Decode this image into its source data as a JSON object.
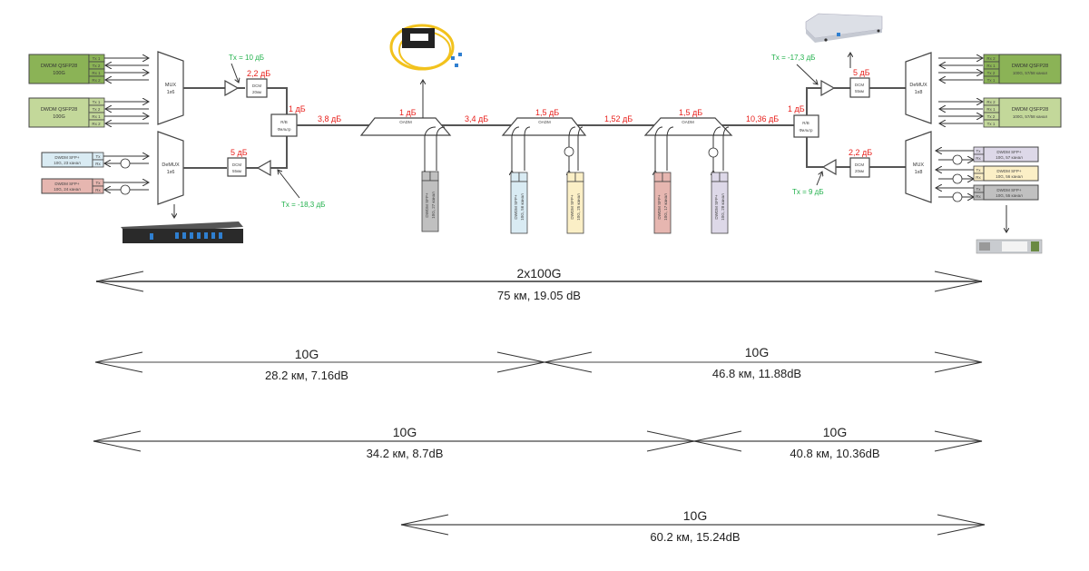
{
  "diagram": {
    "left_site": {
      "qsfp": [
        {
          "name": "DWDM QSFP28",
          "rate": "100G",
          "color": "#8bb356",
          "ports": [
            "Tx 1",
            "Tx 2",
            "Rx 1",
            "Rx 2"
          ]
        },
        {
          "name": "DWDM QSFP28",
          "rate": "100G",
          "color": "#c3d89a",
          "ports": [
            "Tx 1",
            "Tx 2",
            "Rx 1",
            "Rx 2"
          ]
        }
      ],
      "sfp": [
        {
          "name": "DWDM SFP+",
          "desc": "10G, 23 канал",
          "color": "#d9ebf3",
          "ports": [
            "Tx",
            "Rx"
          ]
        },
        {
          "name": "DWDM SFP+",
          "desc": "10G, 24 канал",
          "color": "#e6b6b0",
          "ports": [
            "Tx",
            "Rx"
          ]
        }
      ],
      "mux": {
        "name": "MUX",
        "size": "1x6"
      },
      "demux": {
        "name": "DeMUX",
        "size": "1x6"
      },
      "amp_tx_label": "Tx = 10 дБ",
      "amp_rx_label": "Tx = -18,3 дБ",
      "dcm_tx": {
        "name": "DCM",
        "len": "20км",
        "loss": "2,2 дБ"
      },
      "dcm_rx": {
        "name": "DCM",
        "len": "55км",
        "loss": "5 дБ"
      },
      "filter": {
        "name": "R/B",
        "sub": "Фильтр",
        "loss": "1 дБ"
      }
    },
    "line": {
      "segments": [
        "3,8 дБ",
        "3,4 дБ",
        "1,52 дБ",
        "10,36 дБ"
      ],
      "oadm": [
        {
          "name": "OADM",
          "loss": "1 дБ"
        },
        {
          "name": "OADM",
          "loss": "1,5 дБ"
        },
        {
          "name": "OADM",
          "loss": "1,5 дБ"
        }
      ],
      "drop_sfp": [
        {
          "name": "DWDM SFP+",
          "desc": "10G, 27 канал",
          "color": "#c0c0c0",
          "ports": [
            "Rx",
            "Tx"
          ]
        },
        {
          "name": "DWDM SFP+",
          "desc": "10G, 56 канал",
          "color": "#d9ebf3",
          "ports": [
            "Rx",
            "Tx"
          ]
        },
        {
          "name": "DWDM SFP+",
          "desc": "10G, 25 канал",
          "color": "#fbefc6",
          "ports": [
            "Rx",
            "Tx"
          ]
        },
        {
          "name": "DWDM SFP+",
          "desc": "10G, 17 канал",
          "color": "#e6b6b0",
          "ports": [
            "Rx",
            "Tx"
          ]
        },
        {
          "name": "DWDM SFP+",
          "desc": "10G, 28 канал",
          "color": "#ddd8e8",
          "ports": [
            "Rx",
            "Tx"
          ]
        }
      ]
    },
    "right_site": {
      "qsfp": [
        {
          "name": "DWDM QSFP28",
          "rate": "100G, 57/58 канал",
          "color": "#8bb356",
          "ports": [
            "Rx 2",
            "Rx 1",
            "Tx 2",
            "Tx 1"
          ]
        },
        {
          "name": "DWDM QSFP28",
          "rate": "100G, 57/58 канал",
          "color": "#c3d89a",
          "ports": [
            "Rx 2",
            "Rx 1",
            "Tx 2",
            "Tx 1"
          ]
        }
      ],
      "sfp": [
        {
          "name": "DWDM SFP+",
          "desc": "10G, 57 канал",
          "color": "#ddd8e8",
          "ports": [
            "Tx",
            "Rx"
          ]
        },
        {
          "name": "DWDM SFP+",
          "desc": "10G, 56 канал",
          "color": "#fbefc6",
          "ports": [
            "Tx",
            "Rx"
          ]
        },
        {
          "name": "DWDM SFP+",
          "desc": "10G, 55 канал",
          "color": "#c0c0c0",
          "ports": [
            "Tx",
            "Rx"
          ]
        }
      ],
      "demux": {
        "name": "DeMUX",
        "size": "1x8"
      },
      "mux": {
        "name": "MUX",
        "size": "1x8"
      },
      "amp_rx_label": "Tx = -17,3 дБ",
      "amp_tx_label": "Tx = 9 дБ",
      "dcm_rx": {
        "name": "DCM",
        "len": "55км",
        "loss": "5 дБ"
      },
      "dcm_tx": {
        "name": "DCM",
        "len": "20км",
        "loss": "2,2 дБ"
      },
      "filter": {
        "name": "R/B",
        "sub": "Фильтр",
        "loss": "1 дБ"
      }
    },
    "spans": [
      {
        "rate": "2x100G",
        "detail": "75 км, 19.05 dB"
      },
      {
        "rate": "10G",
        "detail": "28.2 км, 7.16dB"
      },
      {
        "rate": "10G",
        "detail": "46.8 км, 11.88dB"
      },
      {
        "rate": "10G",
        "detail": "34.2 км, 8.7dB"
      },
      {
        "rate": "10G",
        "detail": "40.8 км, 10.36dB"
      },
      {
        "rate": "10G",
        "detail": "60.2 км, 15.24dB"
      }
    ],
    "images": [
      "demux-rack-photo",
      "oadm-module-photo",
      "mux-chassis-photo",
      "sfp-transceiver-photo"
    ]
  }
}
